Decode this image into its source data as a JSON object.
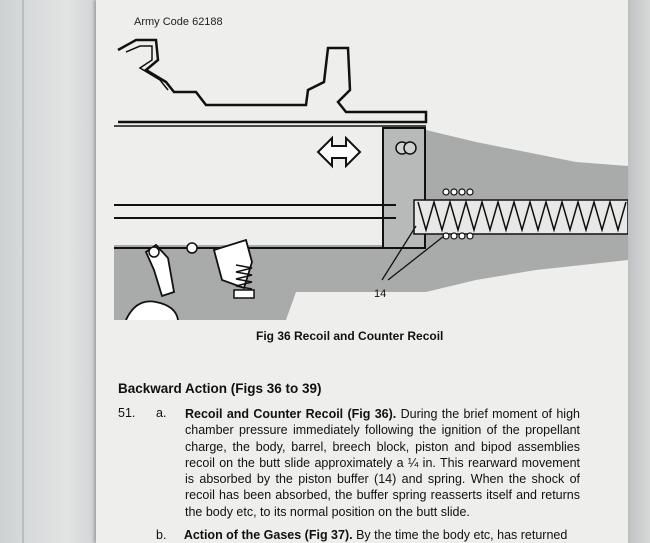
{
  "header": {
    "army_code": "Army Code 62188"
  },
  "figure": {
    "callout_number": "14",
    "caption": "Fig 36  Recoil and Counter Recoil"
  },
  "section": {
    "heading": "Backward Action (Figs 36 to 39)",
    "paragraph": {
      "number": "51.",
      "sub": "a.",
      "title": "Recoil and Counter Recoil (Fig 36).",
      "body": "During the brief moment of high chamber pressure immediately following the ignition of the propellant charge, the body, barrel, breech block, piston and bipod assemblies recoil on the butt slide approximately a ¼ in.  This rearward movement is absorbed by the piston buffer (14) and spring.  When the shock of recoil has been absorbed, the buffer spring reasserts itself and returns the body etc, to its normal position on the butt slide."
    },
    "next": {
      "sub": "b.",
      "title": "Action of the Gases (Fig 37).",
      "text": "By the time the body etc, has returned"
    }
  }
}
